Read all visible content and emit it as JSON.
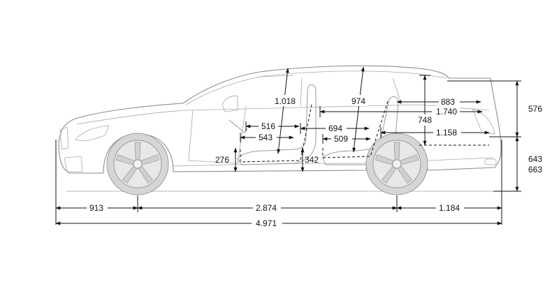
{
  "labels": {
    "d1018": "1.018",
    "d974": "974",
    "d883": "883",
    "d1740": "1.740",
    "d576": "576",
    "d748": "748",
    "d516": "516",
    "d694": "694",
    "d543": "543",
    "d509": "509",
    "d1158": "1.158",
    "d276": "276",
    "d342": "342",
    "d643": "643",
    "d663": "663",
    "d913": "913",
    "d2874": "2.874",
    "d1184": "1.184",
    "d4971": "4.971"
  }
}
